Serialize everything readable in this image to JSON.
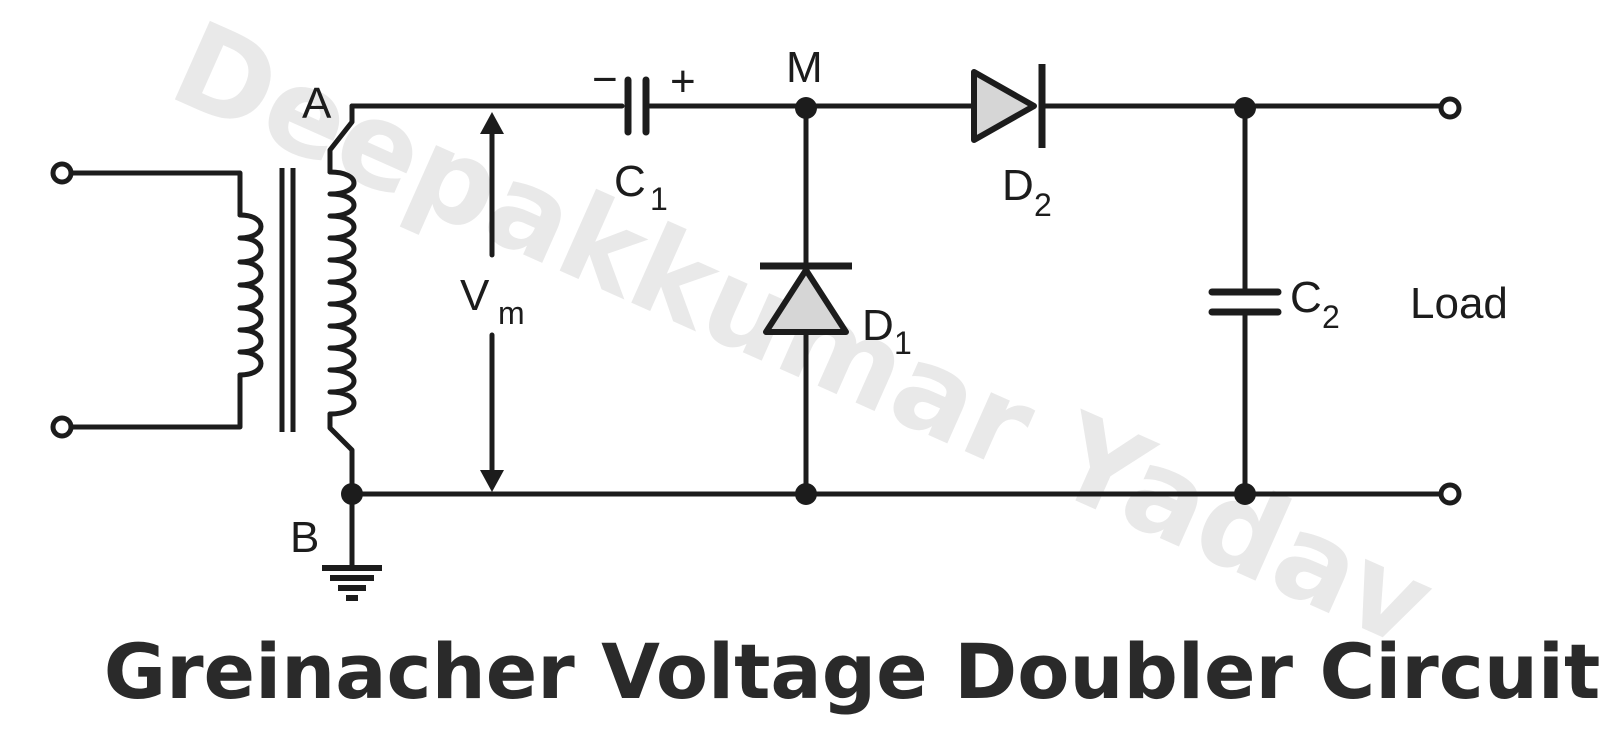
{
  "watermark": "Deepakkumar Yadav",
  "title": "Greinacher Voltage Doubler Circuit",
  "labels": {
    "node_a": "A",
    "node_b": "B",
    "node_m": "M",
    "vm_main": "V",
    "vm_sub": "m",
    "c1_main": "C",
    "c1_sub": "1",
    "c1_minus": "−",
    "c1_plus": "+",
    "c2_main": "C",
    "c2_sub": "2",
    "d1_main": "D",
    "d1_sub": "1",
    "d2_main": "D",
    "d2_sub": "2",
    "load": "Load"
  },
  "colors": {
    "ink": "#1c1c1c",
    "watermark": "#e9e9e9",
    "title": "#2a2a2a",
    "diode_fill": "#d6d6d6"
  }
}
